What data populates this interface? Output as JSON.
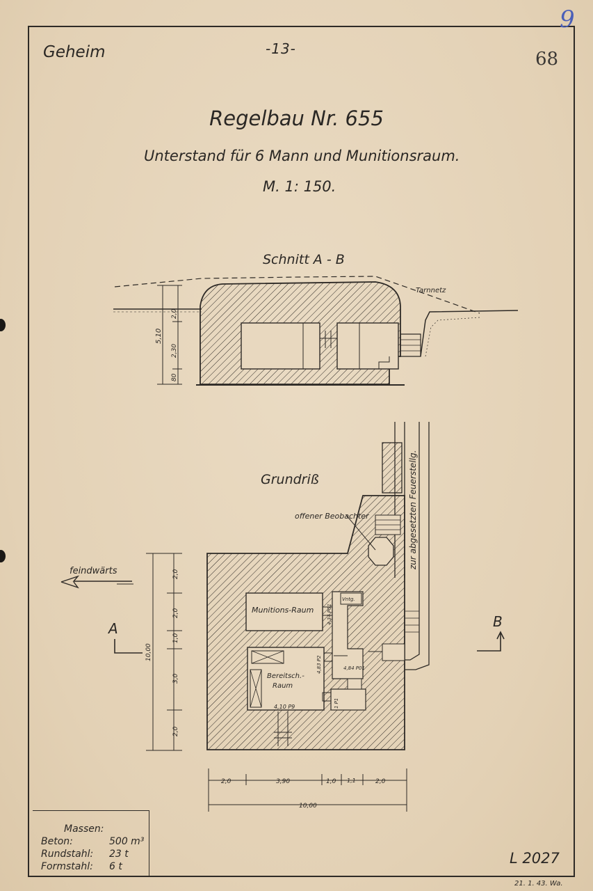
{
  "header": {
    "classification": "Geheim",
    "page_number": "-13-",
    "stamp_number": "68",
    "pencil_mark": "9"
  },
  "title": "Regelbau Nr. 655",
  "subtitle": "Unterstand für 6 Mann und Munitionsraum.",
  "scale": "M. 1: 150.",
  "section": {
    "title": "Schnitt A - B",
    "camo_net_label": "Tarnnetz",
    "dims": [
      "5,10",
      "2,0",
      "2,30",
      "80"
    ]
  },
  "plan": {
    "title": "Grundriß",
    "observer_label": "offener Beobachter",
    "route_label": "zur abgesetzten Feuerstellg.",
    "enemy_direction": "feindwärts",
    "marker_a": "A",
    "marker_b": "B",
    "ammo_room": "Munitions-Raum",
    "ready_room_line1": "Bereitsch.-",
    "ready_room_line2": "Raum",
    "vent_label": "Vntg.",
    "door_labels": [
      "4,34 P01",
      "4,83 P2",
      "4,84 P01",
      "1 P1",
      "4,10 P9"
    ],
    "vertical_dims": [
      "2,0",
      "2,0",
      "1,0",
      "3,0",
      "2,0"
    ],
    "overall_vertical": "10,00",
    "horizontal_dims": [
      "2,0",
      "3,90",
      "1,0",
      "1,1",
      "2,0"
    ],
    "overall_horizontal": "10,00"
  },
  "masses": {
    "title": "Massen:",
    "rows": [
      {
        "label": "Beton:",
        "value": "500 m³"
      },
      {
        "label": "Rundstahl:",
        "value": "23 t"
      },
      {
        "label": "Formstahl:",
        "value": "6 t"
      }
    ]
  },
  "footer": {
    "sheet_code": "L 2027",
    "date_mark": "21. 1. 43. Wa."
  }
}
